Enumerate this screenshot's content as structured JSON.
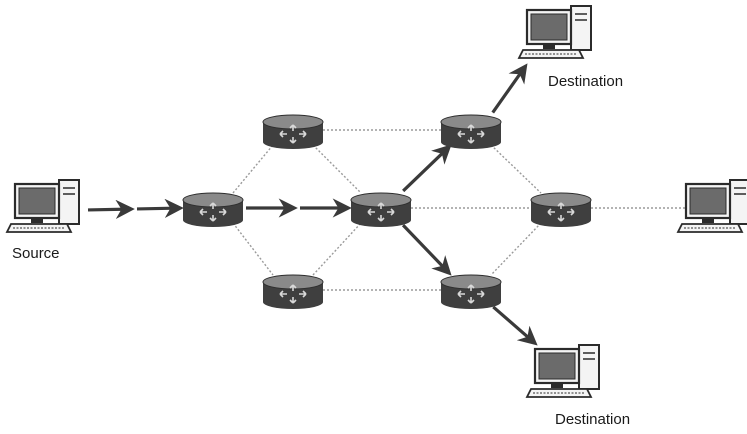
{
  "diagram": {
    "labels": {
      "source": "Source",
      "destination_top": "Destination",
      "destination_bottom": "Destination"
    },
    "colors": {
      "router_body": "#3f3f3f",
      "router_top": "#8a8a8a",
      "link": "#9a9a9a",
      "arrow": "#3a3a3a",
      "pc": "#2b2b2b"
    },
    "nodes": [
      {
        "id": "source",
        "kind": "computer"
      },
      {
        "id": "r-ingress",
        "kind": "router"
      },
      {
        "id": "r-upper",
        "kind": "router"
      },
      {
        "id": "r-lower",
        "kind": "router"
      },
      {
        "id": "r-core",
        "kind": "router"
      },
      {
        "id": "r-top-right",
        "kind": "router"
      },
      {
        "id": "r-mid-right",
        "kind": "router"
      },
      {
        "id": "r-bottom-right",
        "kind": "router"
      },
      {
        "id": "dest-top",
        "kind": "computer"
      },
      {
        "id": "dest-bottom",
        "kind": "computer"
      },
      {
        "id": "pc-right",
        "kind": "computer"
      }
    ],
    "links": [
      [
        "r-ingress",
        "r-upper"
      ],
      [
        "r-ingress",
        "r-lower"
      ],
      [
        "r-upper",
        "r-core"
      ],
      [
        "r-lower",
        "r-core"
      ],
      [
        "r-upper",
        "r-top-right"
      ],
      [
        "r-lower",
        "r-bottom-right"
      ],
      [
        "r-core",
        "r-mid-right"
      ],
      [
        "r-top-right",
        "r-mid-right"
      ],
      [
        "r-mid-right",
        "r-bottom-right"
      ],
      [
        "r-mid-right",
        "pc-right"
      ]
    ],
    "flows": [
      [
        "source",
        "r-ingress"
      ],
      [
        "r-ingress",
        "r-core"
      ],
      [
        "r-core",
        "r-top-right"
      ],
      [
        "r-top-right",
        "dest-top"
      ],
      [
        "r-core",
        "r-bottom-right"
      ],
      [
        "r-bottom-right",
        "dest-bottom"
      ]
    ]
  }
}
